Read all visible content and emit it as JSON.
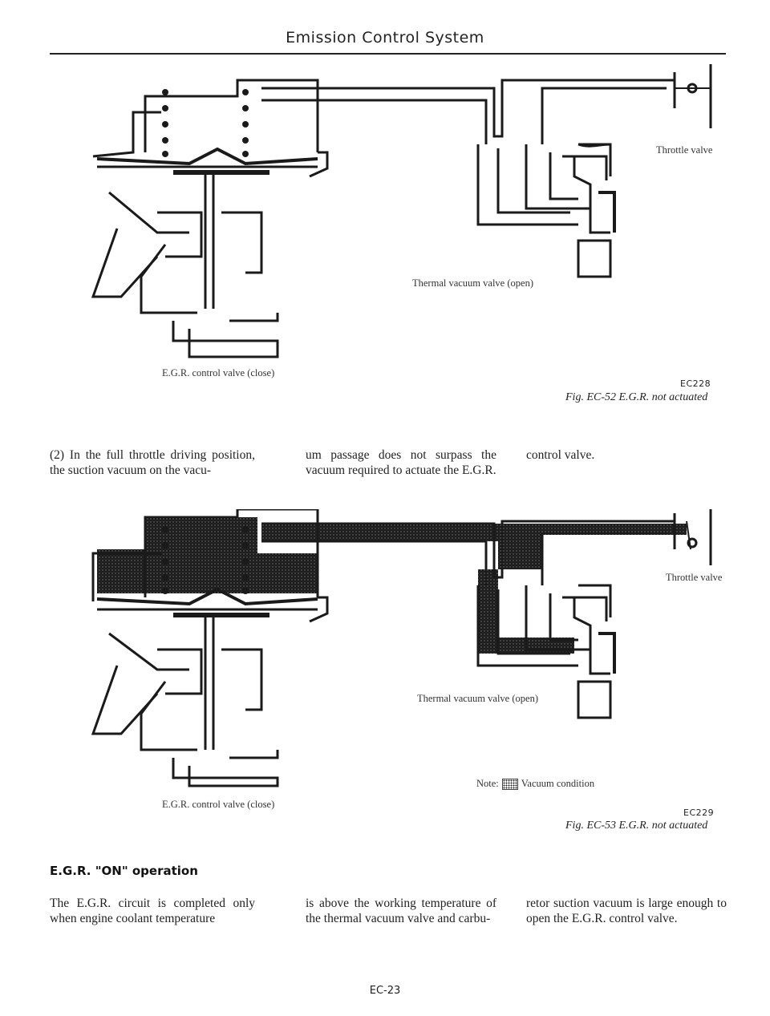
{
  "header": {
    "title": "Emission Control System"
  },
  "figures": [
    {
      "labels": {
        "throttle": "Throttle valve",
        "thermal": "Thermal vacuum valve (open)",
        "egr": "E.G.R. control valve (close)"
      },
      "code": "EC228",
      "caption": "Fig. EC-52 E.G.R. not actuated"
    },
    {
      "labels": {
        "throttle": "Throttle valve",
        "thermal": "Thermal vacuum valve (open)",
        "egr": "E.G.R. control valve (close)"
      },
      "note_prefix": "Note:",
      "note_text": "Vacuum condition",
      "code": "EC229",
      "caption": "Fig. EC-53 E.G.R. not actuated"
    }
  ],
  "para1": {
    "col1": "(2) In the full throttle driving position, the suction vacuum on the vacu-",
    "col2": "um passage does not surpass the vacuum required to actuate the E.G.R.",
    "col3": "control valve."
  },
  "section": {
    "heading": "E.G.R. \"ON\" operation",
    "col1": "The E.G.R. circuit is completed only when engine coolant temperature",
    "col2": "is above the working temperature of the thermal vacuum valve and carbu-",
    "col3": "retor suction vacuum is large enough to open the E.G.R. control valve."
  },
  "footer": {
    "page": "EC-23"
  }
}
